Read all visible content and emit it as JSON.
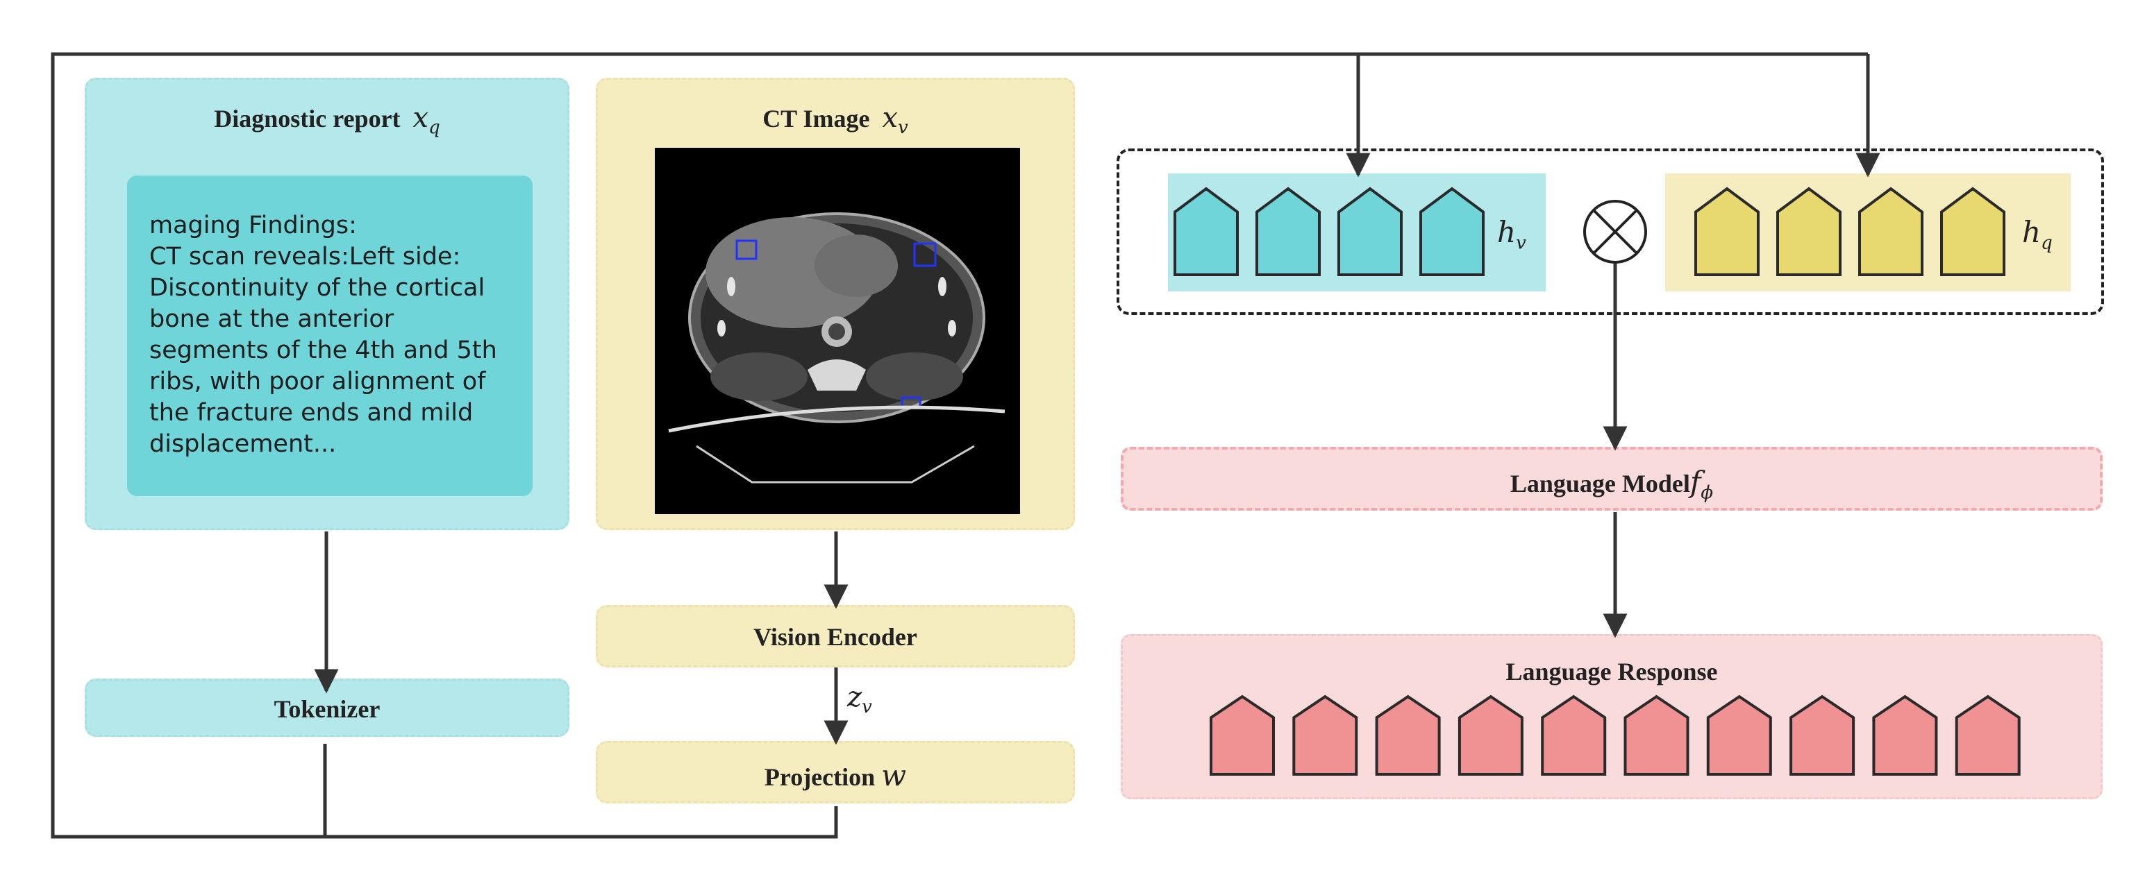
{
  "report_panel": {
    "title": "Diagnostic report",
    "symbol": "x",
    "symbol_sub": "q",
    "text": "maging Findings:\nCT scan reveals:Left side:\nDiscontinuity of the cortical bone at the anterior segments of the 4th and 5th ribs, with poor alignment of the fracture ends and mild displacement..."
  },
  "ct_panel": {
    "title": "CT Image",
    "symbol": "x",
    "symbol_sub": "v"
  },
  "tokenizer": {
    "label": "Tokenizer"
  },
  "vision_encoder": {
    "label": "Vision Encoder"
  },
  "zv": {
    "symbol": "z",
    "sub": "v"
  },
  "projection": {
    "label": "Projection",
    "symbol": "w"
  },
  "hv": {
    "symbol": "h",
    "sub": "v"
  },
  "hq": {
    "symbol": "h",
    "sub": "q"
  },
  "operator": {
    "icon": "otimes-icon"
  },
  "language_model": {
    "label": "Language Model",
    "symbol": "f",
    "sub": "ϕ"
  },
  "language_response": {
    "label": "Language Response",
    "token_count": 10
  },
  "colors": {
    "cyan_panel": "#b5e8ea",
    "cyan_token": "#6fd5d8",
    "yellow_panel": "#f5edc0",
    "yellow_token": "#e8d870",
    "pink_panel": "#f9dbdc",
    "pink_token": "#f09293"
  }
}
